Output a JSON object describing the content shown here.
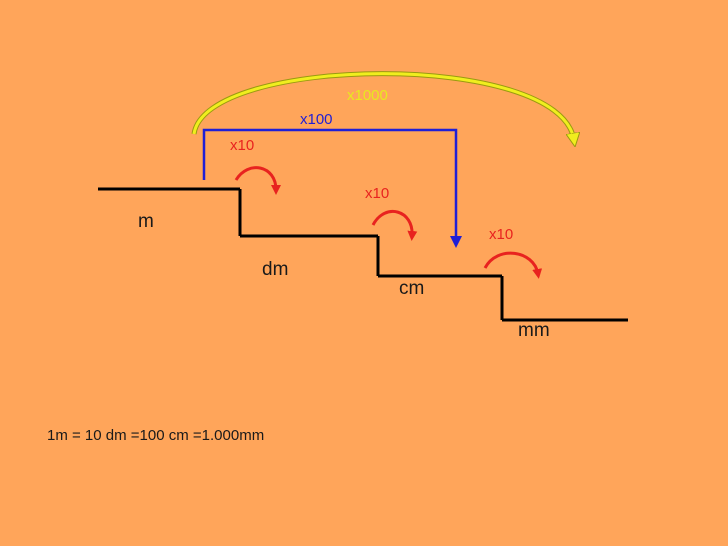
{
  "units": {
    "m": "m",
    "dm": "dm",
    "cm": "cm",
    "mm": "mm"
  },
  "multipliers": {
    "m_to_dm": "x10",
    "dm_to_cm": "x10",
    "cm_to_mm": "x10",
    "m_to_cm": "x100",
    "m_to_mm": "x1000"
  },
  "equation": "1m = 10 dm =100 cm =1.000mm",
  "colors": {
    "background": "#FFA55A",
    "steps": "#000000",
    "step_arrows": "#E8231F",
    "x100_bracket": "#1F1FD6",
    "x1000_arc": "#F0EE1E"
  }
}
